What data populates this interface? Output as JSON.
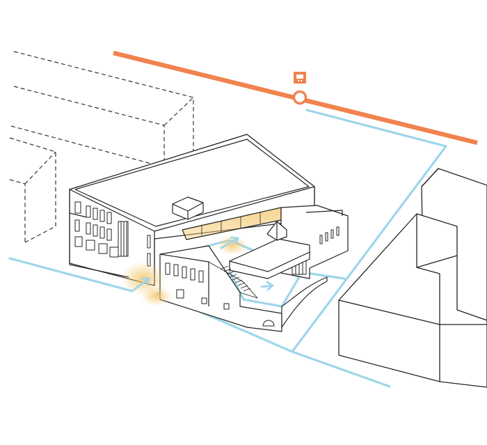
{
  "diagram": {
    "kind": "axonometric-site-access-diagram",
    "colors": {
      "transit_line": "#f0834e",
      "pedestrian_path": "#9ed6ea",
      "building_line": "#2b2b2b",
      "ghost_building_line": "#333333",
      "entry_glow": "#f5c56a",
      "background": "#ffffff"
    },
    "icons": {
      "transit_stop": "metro-station-icon",
      "arrows": "entry-arrow-icon"
    },
    "elements": [
      "transit-line",
      "transit-stop",
      "pedestrian-routes",
      "ghost-buildings",
      "neighbouring-blocks",
      "main-building",
      "entry-glows",
      "entry-arrows"
    ]
  }
}
